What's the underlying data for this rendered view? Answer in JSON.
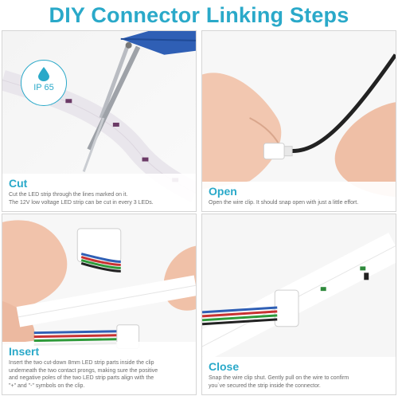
{
  "page": {
    "title": "DIY Connector Linking Steps"
  },
  "badge": {
    "text": "IP 65",
    "color": "#2aa9c9",
    "icon": "water-drop-icon"
  },
  "steps": [
    {
      "heading": "Cut",
      "lines": [
        "Cut the LED strip through the lines marked on it.",
        "The 12V low voltage LED strip can be cut in every 3 LEDs."
      ]
    },
    {
      "heading": "Open",
      "lines": [
        "Open the wire clip. It should snap open with just a little effort."
      ]
    },
    {
      "heading": "Insert",
      "lines": [
        "Insert the two cut-down 8mm LED strip parts inside the clip",
        "underneath the two contact prongs, making sure the positive",
        "and negative poles of the two LED strip parts align with the",
        "\"+\" and \"-\" symbols on the clip."
      ]
    },
    {
      "heading": "Close",
      "lines": [
        "Snap the wire clip shut. Gently pull on the wire to confirm",
        "you`ve secured the strip inside the connector."
      ]
    }
  ],
  "colors": {
    "accent": "#2aa9c9",
    "caption_text": "#6a6a6a",
    "strip": "#ffffff",
    "led": "#7a3b6a"
  }
}
